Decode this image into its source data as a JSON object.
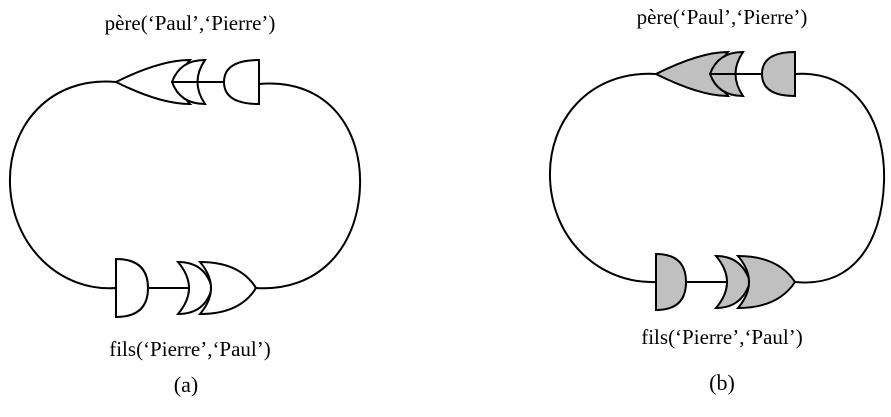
{
  "colors": {
    "stroke": "#000000",
    "shade": "#c0c0c0",
    "background": "#ffffff"
  },
  "panel_a": {
    "top_label": "père(‘Paul’,‘Pierre’)",
    "bottom_label": "fils(‘Pierre’,‘Paul’)",
    "caption": "(a)",
    "shaded": false
  },
  "panel_b": {
    "top_label": "père(‘Paul’,‘Pierre’)",
    "bottom_label": "fils(‘Pierre’,‘Paul’)",
    "caption": "(b)",
    "shaded": true
  }
}
